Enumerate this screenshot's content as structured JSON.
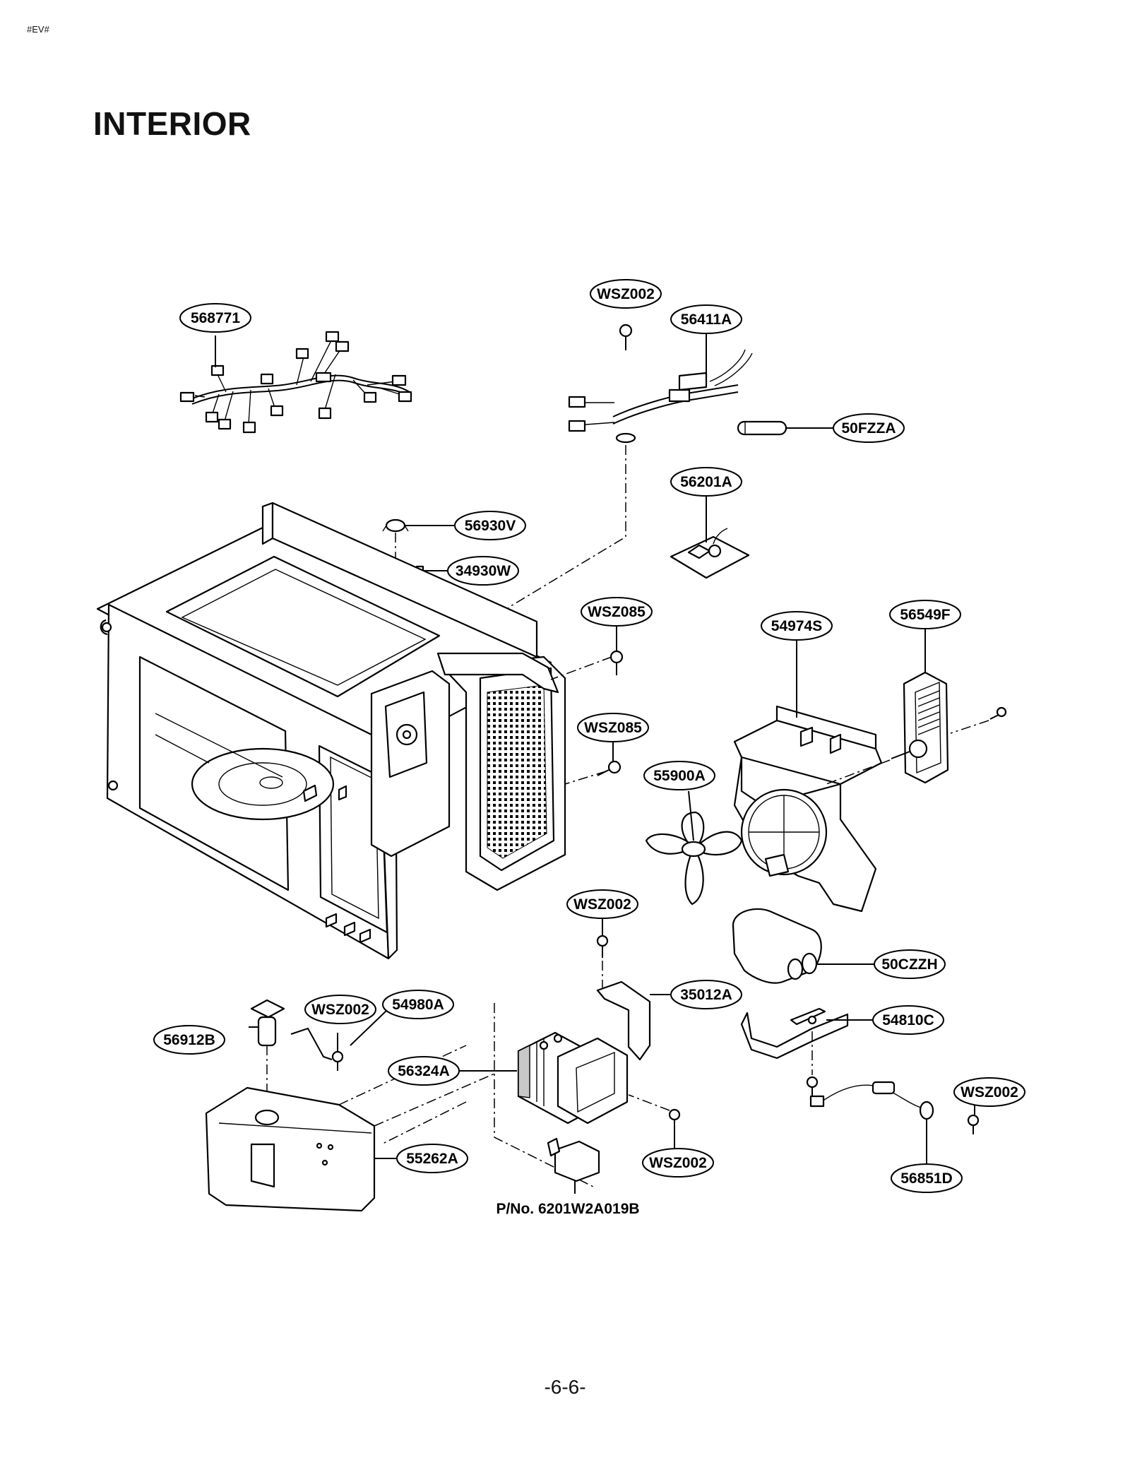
{
  "header": {
    "code": "#EV#",
    "title": "INTERIOR"
  },
  "callouts": {
    "c568771": "568771",
    "wsz002_top": "WSZ002",
    "c56411A": "56411A",
    "c50FZZA": "50FZZA",
    "c56201A": "56201A",
    "c56930V": "56930V",
    "c34930W": "34930W",
    "wsz085_a": "WSZ085",
    "c54974S": "54974S",
    "c56549F": "56549F",
    "wsz085_b": "WSZ085",
    "c55900A": "55900A",
    "wsz002_mid": "WSZ002",
    "c50CZZH": "50CZZH",
    "c35012A": "35012A",
    "c54810C": "54810C",
    "wsz002_left": "WSZ002",
    "c54980A": "54980A",
    "c56912B": "56912B",
    "c56324A": "56324A",
    "wsz002_right": "WSZ002",
    "c55262A": "55262A",
    "wsz002_bottom": "WSZ002",
    "c56851D": "56851D"
  },
  "part_number_note": "P/No. 6201W2A019B",
  "footer": {
    "page_number": "-6-6-"
  }
}
